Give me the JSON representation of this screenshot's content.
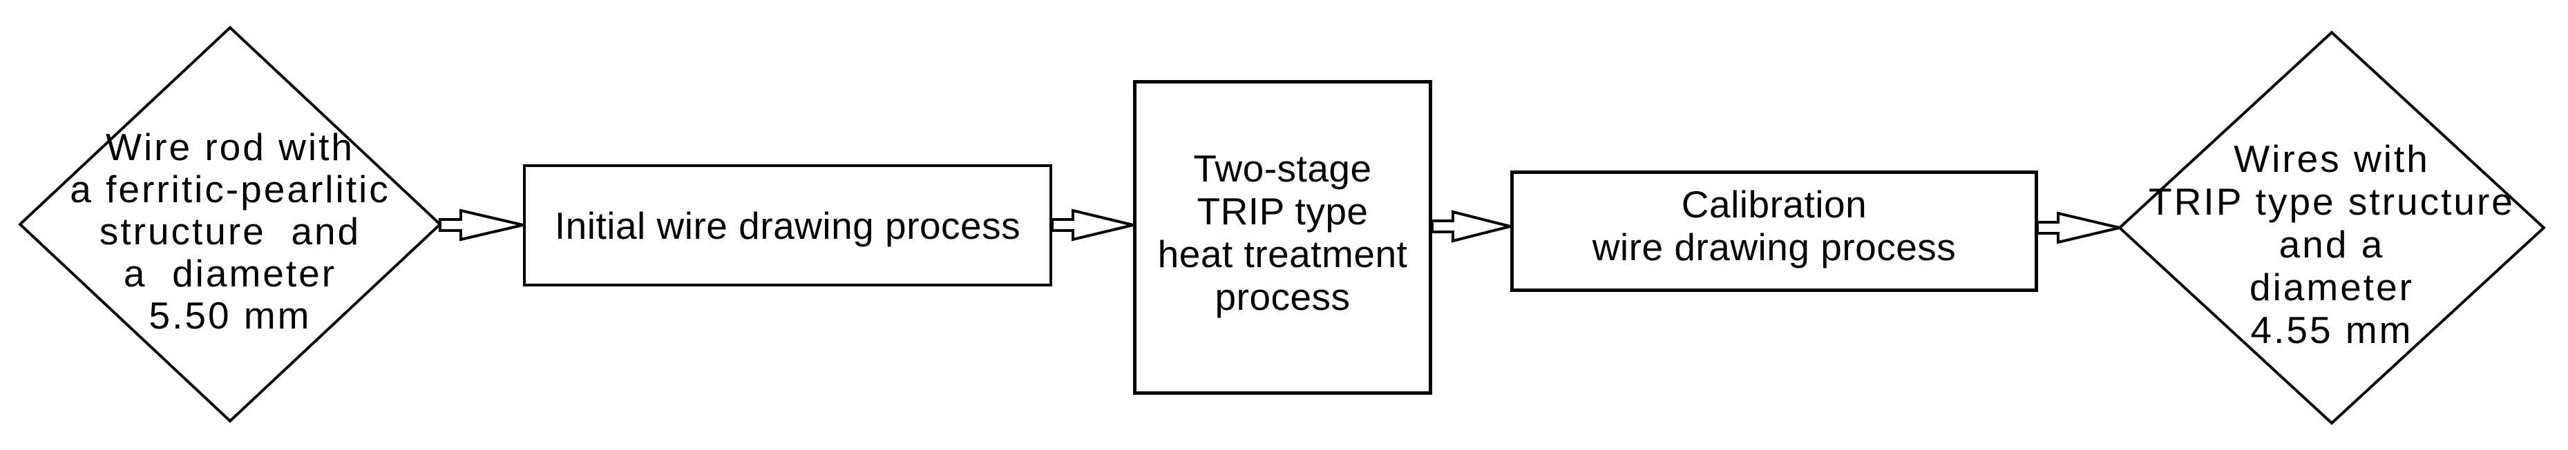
{
  "diagram": {
    "type": "flowchart",
    "direction": "left-to-right",
    "background_color": "#ffffff",
    "stroke_color": "#000000",
    "shape_fill_color": "#ffffff",
    "text_color": "#000000",
    "connector_style": "hollow-block-arrow",
    "nodes": [
      {
        "id": "start",
        "shape": "diamond",
        "role": "input-material",
        "lines": [
          "Wire rod with",
          "a ferritic-pearlitic",
          "structure  and",
          "a  diameter",
          "5.50 mm"
        ]
      },
      {
        "id": "step-1",
        "shape": "rectangle",
        "role": "process",
        "lines": [
          "Initial wire drawing process"
        ]
      },
      {
        "id": "step-2",
        "shape": "rectangle",
        "role": "process",
        "lines": [
          "Two-stage",
          "TRIP type",
          "heat treatment",
          "process"
        ]
      },
      {
        "id": "step-3",
        "shape": "rectangle",
        "role": "process",
        "lines": [
          "Calibration",
          "wire drawing process"
        ]
      },
      {
        "id": "end",
        "shape": "diamond",
        "role": "output-material",
        "lines": [
          "Wires with",
          "TRIP type structure",
          "and a",
          "diameter",
          "4.55 mm"
        ]
      }
    ],
    "edges": [
      {
        "from": "start",
        "to": "step-1"
      },
      {
        "from": "step-1",
        "to": "step-2"
      },
      {
        "from": "step-2",
        "to": "step-3"
      },
      {
        "from": "step-3",
        "to": "end"
      }
    ]
  }
}
